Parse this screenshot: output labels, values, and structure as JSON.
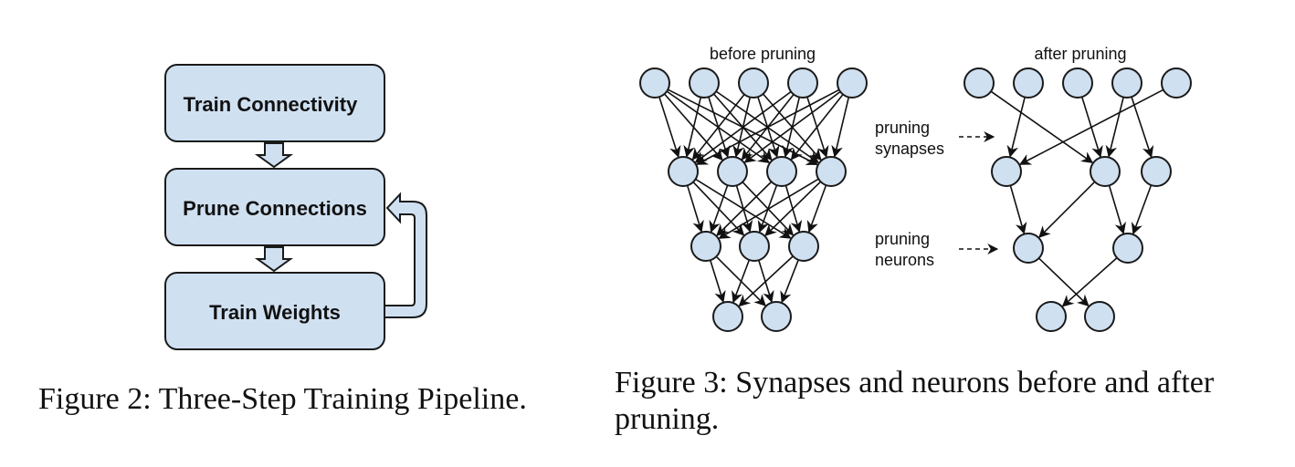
{
  "figure2": {
    "steps": [
      "Train Connectivity",
      "Prune Connections",
      "Train Weights"
    ],
    "caption": "Figure 2: Three-Step Training Pipeline."
  },
  "figure3": {
    "before_label": "before pruning",
    "after_label": "after pruning",
    "annotation_synapses": [
      "pruning",
      "synapses"
    ],
    "annotation_neurons": [
      "pruning",
      "neurons"
    ],
    "caption": "Figure 3: Synapses and neurons before and after pruning.",
    "before_layer_sizes": [
      5,
      4,
      3,
      2
    ],
    "after_layer_sizes": [
      5,
      3,
      2,
      2
    ],
    "after_edges": [
      [
        [
          0,
          1
        ],
        [
          1,
          0
        ],
        [
          2,
          1
        ],
        [
          3,
          1
        ],
        [
          3,
          2
        ],
        [
          4,
          0
        ]
      ],
      [
        [
          0,
          0
        ],
        [
          1,
          0
        ],
        [
          1,
          1
        ],
        [
          2,
          1
        ]
      ],
      [
        [
          0,
          1
        ],
        [
          1,
          0
        ]
      ]
    ]
  }
}
